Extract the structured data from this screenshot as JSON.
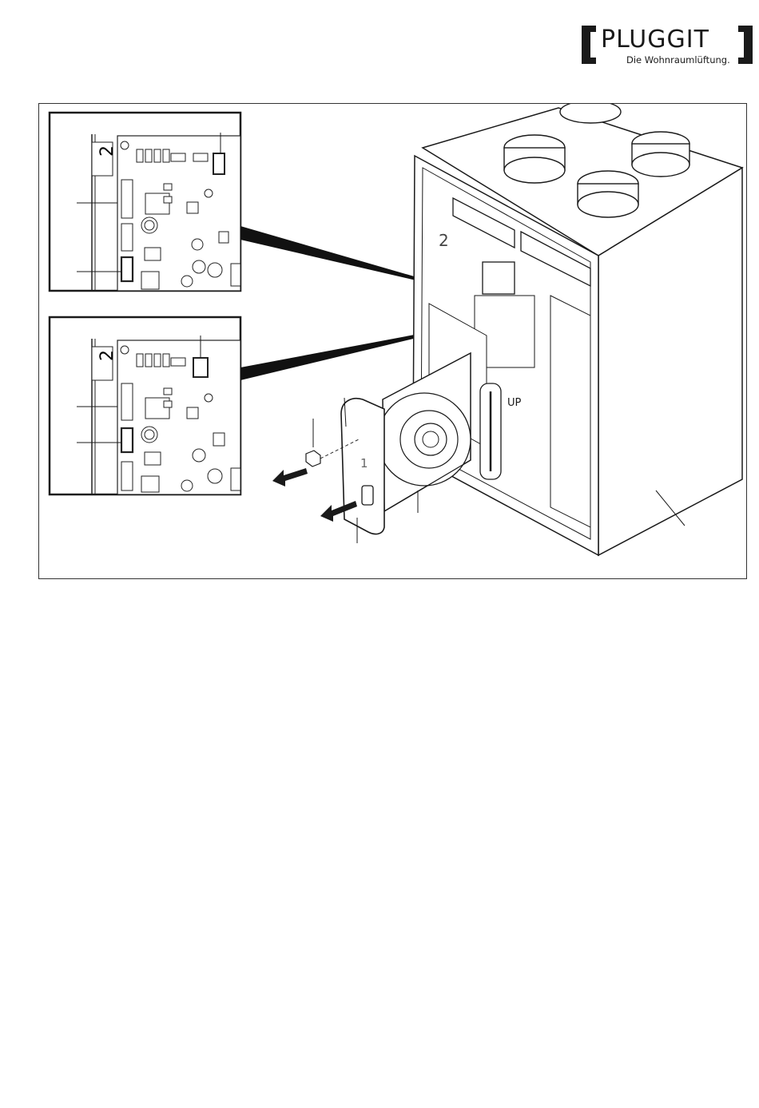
{
  "brand": {
    "name": "PLUGGIT",
    "tagline": "Die Wohnraumlüftung."
  },
  "figure": {
    "inset_top": {
      "board_number": "2"
    },
    "inset_bottom": {
      "board_number": "2"
    },
    "device": {
      "compartment_number": "2",
      "fan_number": "1",
      "direction_label": "UP"
    }
  }
}
